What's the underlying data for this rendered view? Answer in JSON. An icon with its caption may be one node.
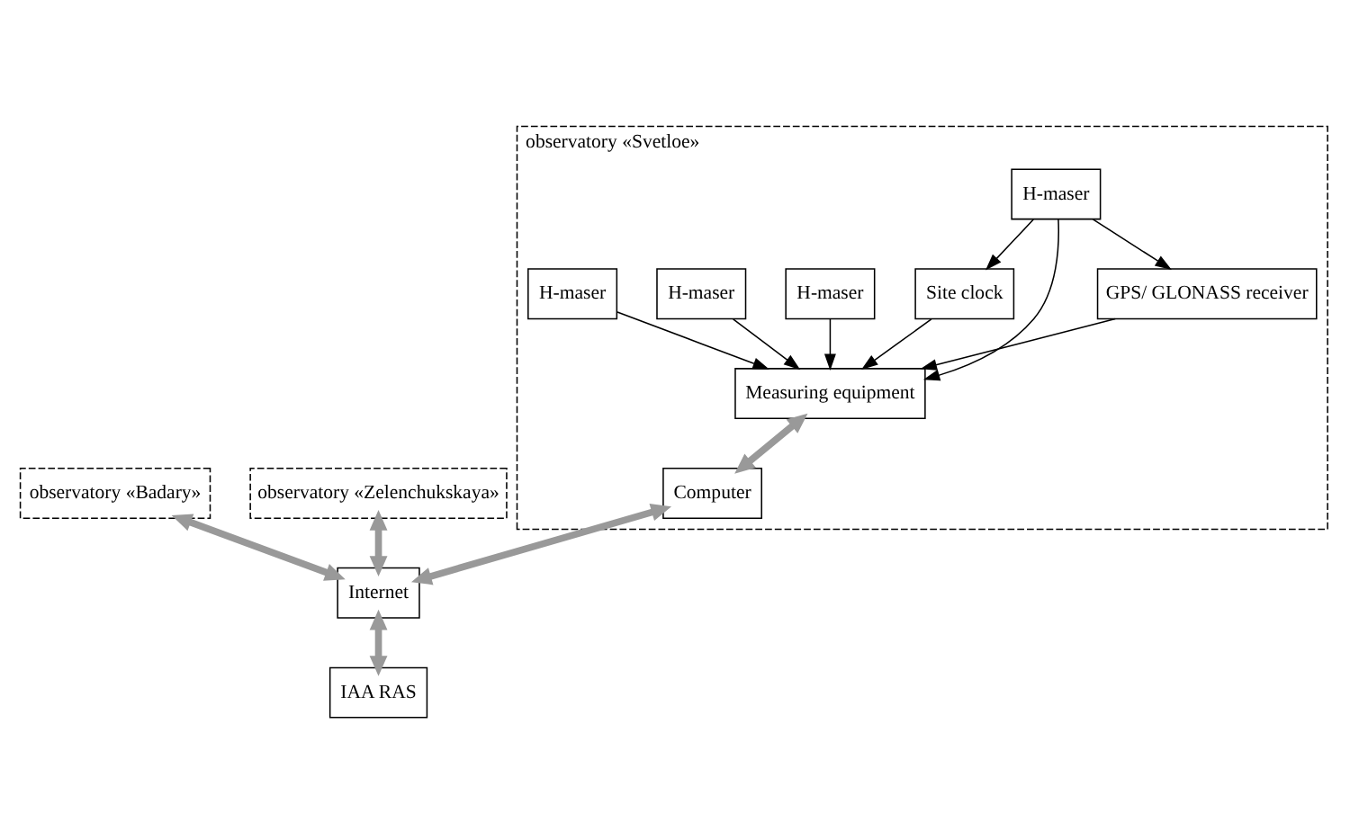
{
  "diagram": {
    "nodes": [
      {
        "text": [
          "observatory «Badary»"
        ]
      },
      {
        "text": [
          "observatory «Zelenchukskaya»"
        ]
      },
      {
        "text": [
          "observatory «Svetloe»"
        ]
      },
      {
        "text": [
          "H-maser"
        ],
        "in": 2
      },
      {
        "text": [
          "H-maser"
        ],
        "in": 2
      },
      {
        "text": [
          "H-maser"
        ],
        "in": 2
      },
      {
        "text": [
          "H-maser"
        ],
        "in": 2
      },
      {
        "text": [
          "Site clock"
        ],
        "in": 2
      },
      {
        "text": [
          "Measuring equipment"
        ],
        "in": 2
      },
      {
        "text": [
          "GPS/ GLONASS receiver"
        ],
        "in": 2
      },
      {
        "text": [
          "Computer"
        ],
        "in": 2
      },
      {
        "text": [
          "Internet"
        ]
      },
      {
        "text": [
          "IAA RAS"
        ]
      }
    ],
    "edges": [
      {
        "from": 3,
        "to": 7,
        "arrow": "to"
      },
      {
        "from": 3,
        "to": 9,
        "arrow": "to"
      },
      {
        "from": 3,
        "to": 8,
        "arrow": "to"
      },
      {
        "from": 4,
        "to": 8,
        "arrow": "to"
      },
      {
        "from": 5,
        "to": 8,
        "arrow": "to"
      },
      {
        "from": 6,
        "to": 8,
        "arrow": "to"
      },
      {
        "from": 7,
        "to": 8,
        "arrow": "to"
      },
      {
        "from": 9,
        "to": 8,
        "arrow": "to"
      },
      {
        "from": 8,
        "to": 10,
        "arrow": "both",
        "style": "thick",
        "color": "#999999"
      },
      {
        "from": 0,
        "to": 11,
        "arrow": "both",
        "style": "thick",
        "color": "#999999"
      },
      {
        "from": 1,
        "to": 11,
        "arrow": "both",
        "style": "thick",
        "color": "#999999"
      },
      {
        "from": 10,
        "to": 11,
        "arrow": "both",
        "style": "thick",
        "color": "#999999"
      },
      {
        "from": 11,
        "to": 12,
        "arrow": "both",
        "style": "thick",
        "color": "#999999"
      }
    ]
  }
}
